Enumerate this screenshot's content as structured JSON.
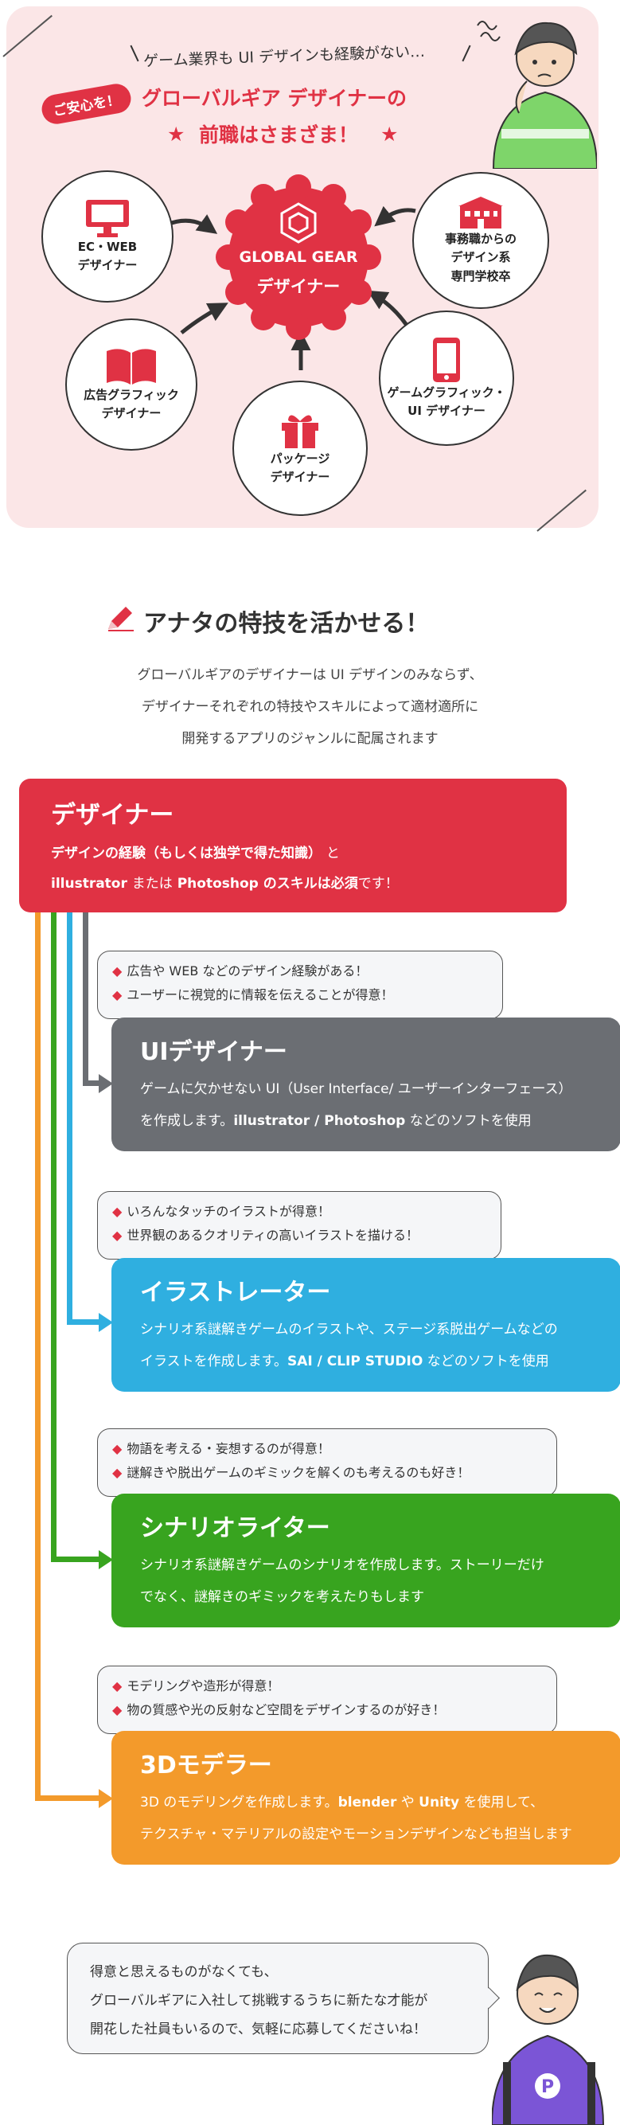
{
  "hero": {
    "subtitle": "ゲーム業界も UI デザインも経験がない…",
    "badge": "ご安心を！",
    "headline1": "グローバルギア デザイナーの",
    "headline2": "前職はさまざま！",
    "center": {
      "line1": "GLOBAL GEAR",
      "line2": "デザイナー"
    },
    "circles": [
      {
        "label": "EC・WEB\nデザイナー"
      },
      {
        "label": "事務職からの\nデザイン系\n専門学校卒"
      },
      {
        "label": "広告グラフィック\nデザイナー"
      },
      {
        "label": "ゲームグラフィック・\nUI デザイナー"
      },
      {
        "label": "パッケージ\nデザイナー"
      }
    ]
  },
  "section": {
    "title": "アナタの特技を活かせる！",
    "intro": [
      "グローバルギアのデザイナーは UI デザインのみならず、",
      "デザイナーそれぞれの特技やスキルによって適材適所に",
      "開発するアプリのジャンルに配属されます"
    ]
  },
  "designer": {
    "title": "デザイナー",
    "line1a": "デザインの経験（もしくは独学で得た知識）",
    "line1b": "と",
    "line2a": "illustrator",
    "line2b": "または",
    "line2c": "Photoshop",
    "line2d": "のスキルは必須",
    "line2e": "です！"
  },
  "roles": [
    {
      "title": "UIデザイナー",
      "bubble": [
        "広告や WEB などのデザイン経験がある！",
        "ユーザーに視覚的に情報を伝えることが得意！"
      ],
      "desc1": "ゲームに欠かせない UI（User Interface/ ユーザーインターフェース）",
      "desc2a": "を作成します。",
      "desc2b": "illustrator / Photoshop",
      "desc2c": "などのソフトを使用",
      "color": "#6b6e73"
    },
    {
      "title": "イラストレーター",
      "bubble": [
        "いろんなタッチのイラストが得意！",
        "世界観のあるクオリティの高いイラストを描ける！"
      ],
      "desc1": "シナリオ系謎解きゲームのイラストや、ステージ系脱出ゲームなどの",
      "desc2a": "イラストを作成します。",
      "desc2b": "SAI / CLIP STUDIO",
      "desc2c": "などのソフトを使用",
      "color": "#2fafe0"
    },
    {
      "title": "シナリオライター",
      "bubble": [
        "物語を考える・妄想するのが得意！",
        "謎解きや脱出ゲームのギミックを解くのも考えるのも好き！"
      ],
      "desc1": "シナリオ系謎解きゲームのシナリオを作成します。ストーリーだけ",
      "desc2a": "でなく、謎解きのギミックを考えたりもします",
      "desc2b": "",
      "desc2c": "",
      "color": "#38a41f"
    },
    {
      "title": "3Dモデラー",
      "bubble": [
        "モデリングや造形が得意！",
        "物の質感や光の反射など空間をデザインするのが好き！"
      ],
      "desc1a": "3D のモデリングを作成します。",
      "desc1b": "blender",
      "desc1c": "や",
      "desc1d": "Unity",
      "desc1e": "を使用して、",
      "desc2a": "テクスチャ・マテリアルの設定やモーションデザインなども担当します",
      "desc2b": "",
      "desc2c": "",
      "color": "#f39a2b"
    }
  ],
  "closing": [
    "得意と思えるものがなくても、",
    "グローバルギアに入社して挑戦するうちに新たな才能が",
    "開花した社員もいるので、気軽に応募してくださいね！"
  ],
  "colors": {
    "red": "#e03244",
    "gray": "#6b6e73",
    "blue": "#2fafe0",
    "green": "#38a41f",
    "orange": "#f39a2b",
    "pink": "#fbe6e7"
  },
  "icons": [
    "monitor-icon",
    "school-icon",
    "book-icon",
    "smartphone-icon",
    "gift-icon",
    "cube-logo-icon",
    "pencil-icon"
  ]
}
